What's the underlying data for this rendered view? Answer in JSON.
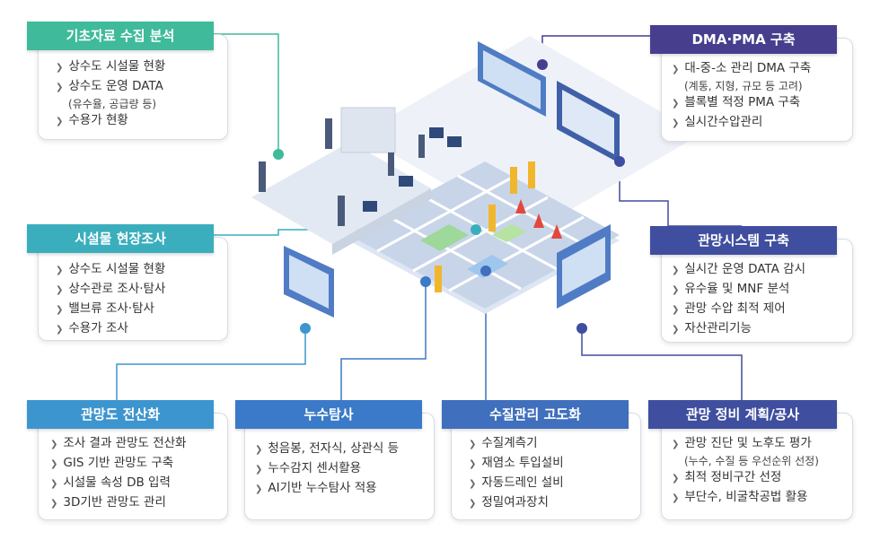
{
  "colors": {
    "green": "#3fba9a",
    "teal": "#3aaebd",
    "blue": "#3d95cf",
    "navy": "#3f4e9e",
    "purple": "#473f8e"
  },
  "sections": {
    "basic_data": {
      "title": "기초자료 수집 분석",
      "items": [
        "상수도 시설물 현황",
        "상수도 운영 DATA"
      ],
      "note": "(유수율, 공급량 등)",
      "items2": [
        "수용가 현황"
      ]
    },
    "field_survey": {
      "title": "시설물 현장조사",
      "items": [
        "상수도 시설물 현황",
        "상수관로 조사·탐사",
        "밸브류 조사·탐사",
        "수용가 조사"
      ]
    },
    "pipe_map": {
      "title": "관망도 전산화",
      "items": [
        "조사 결과 관망도 전산화",
        "GIS 기반 관망도 구축",
        "시설물 속성 DB 입력",
        "3D기반 관망도 관리"
      ]
    },
    "leak": {
      "title": "누수탐사",
      "items": [
        "청음봉, 전자식, 상관식 등",
        "누수감지 센서활용",
        "AI기반 누수탐사 적용"
      ]
    },
    "water_quality": {
      "title": "수질관리 고도화",
      "items": [
        "수질계측기",
        "재염소 투입설비",
        "자동드레인 설비",
        "정밀여과장치"
      ]
    },
    "dma": {
      "title": "DMA·PMA 구축",
      "items": [
        "대-중-소 관리 DMA 구축"
      ],
      "note": "(계통, 지형, 규모 등 고려)",
      "items2": [
        "블록별 적정 PMA 구축",
        "실시간수압관리"
      ]
    },
    "network_system": {
      "title": "관망시스템 구축",
      "items": [
        "실시간 운영 DATA 감시",
        "유수율 및 MNF 분석",
        "관망 수압 최적 제어",
        "자산관리기능"
      ]
    },
    "maintenance": {
      "title": "관망 정비 계획/공사",
      "items": [
        "관망 진단 및 노후도 평가"
      ],
      "note": "(누수, 수질 등 우선순위 선정)",
      "items2": [
        "최적 정비구간 선정",
        "부단수, 비굴착공법 활용"
      ]
    }
  }
}
